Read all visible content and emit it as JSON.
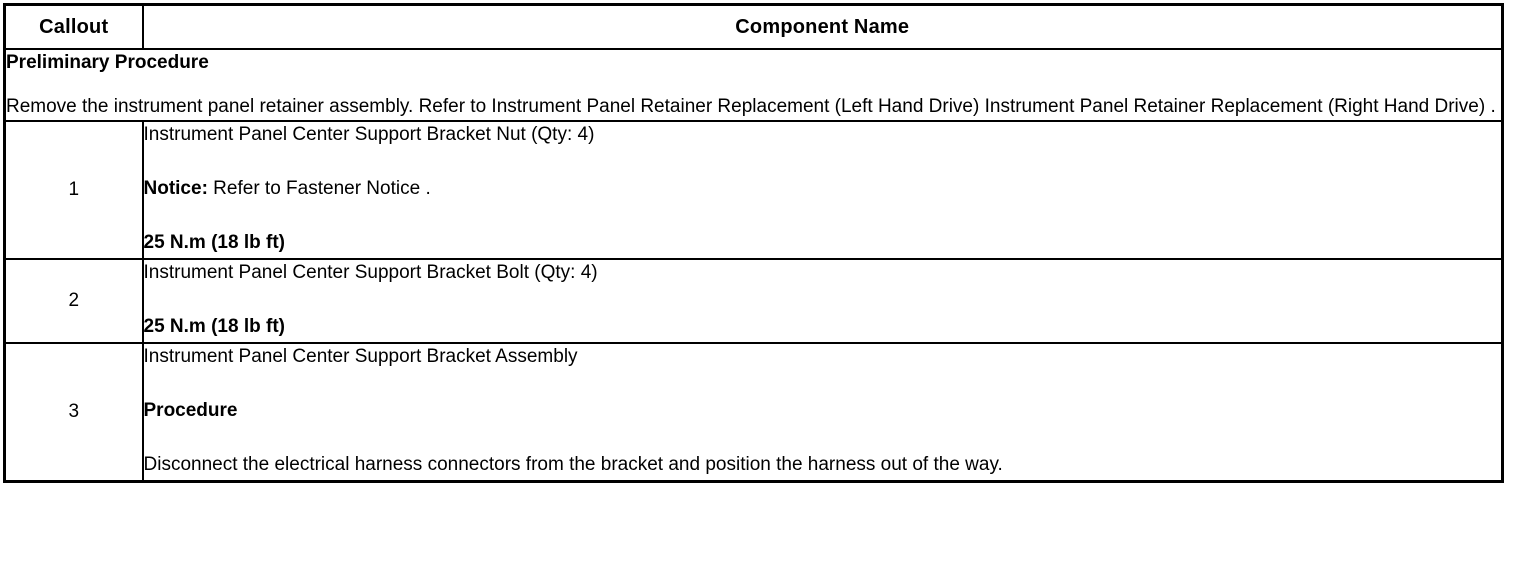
{
  "table": {
    "headers": {
      "callout": "Callout",
      "component_name": "Component Name"
    },
    "preliminary": {
      "title": "Preliminary Procedure",
      "body": "Remove the instrument panel retainer assembly. Refer to Instrument Panel Retainer Replacement (Left Hand Drive) Instrument Panel Retainer Replacement (Right Hand Drive) ."
    },
    "rows": [
      {
        "callout": "1",
        "lines": [
          {
            "text": "Instrument Panel Center Support Bracket Nut (Qty: 4)",
            "style": "normal"
          },
          {
            "lead": "Notice:",
            "text": " Refer to Fastener Notice .",
            "style": "lead-bold"
          },
          {
            "text": "25 N.m (18 lb ft)",
            "style": "bold"
          }
        ]
      },
      {
        "callout": "2",
        "lines": [
          {
            "text": "Instrument Panel Center Support Bracket Bolt (Qty: 4)",
            "style": "normal"
          },
          {
            "text": "25 N.m (18 lb ft)",
            "style": "bold"
          }
        ]
      },
      {
        "callout": "3",
        "lines": [
          {
            "text": "Instrument Panel Center Support Bracket Assembly",
            "style": "normal"
          },
          {
            "text": "Procedure",
            "style": "bold"
          },
          {
            "text": "Disconnect the electrical harness connectors from the bracket and position the harness out of the way.",
            "style": "normal"
          }
        ]
      }
    ]
  },
  "colors": {
    "border": "#000000",
    "background": "#ffffff",
    "text": "#000000"
  }
}
